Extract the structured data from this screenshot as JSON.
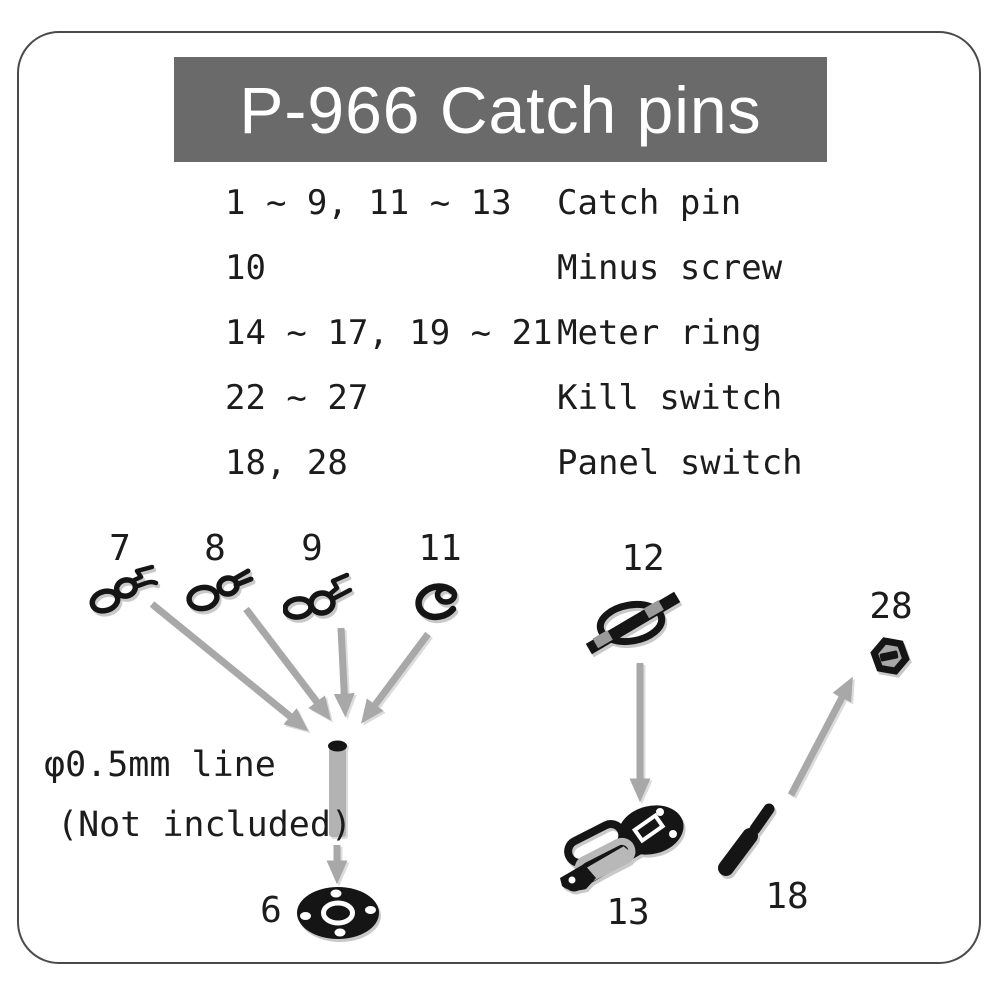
{
  "header": {
    "title": "P-966 Catch pins",
    "bg_color": "#6a6a6a",
    "text_color": "#ffffff"
  },
  "legend": {
    "rows": [
      {
        "numbers": "1 ~ 9, 11 ~ 13",
        "name": "Catch pin"
      },
      {
        "numbers": "10",
        "name": "Minus screw"
      },
      {
        "numbers": "14 ~ 17, 19 ~ 21",
        "name": "Meter ring"
      },
      {
        "numbers": "22 ~ 27",
        "name": "Kill switch"
      },
      {
        "numbers": "18, 28",
        "name": "Panel switch"
      }
    ]
  },
  "diagram": {
    "note": {
      "line1": "φ0.5mm line",
      "line2": "(Not included)"
    },
    "parts": {
      "p7": {
        "label": "7",
        "kind": "catch-pin-icon"
      },
      "p8": {
        "label": "8",
        "kind": "catch-pin-icon"
      },
      "p9": {
        "label": "9",
        "kind": "catch-pin-icon"
      },
      "p11": {
        "label": "11",
        "kind": "catch-pin-ring-icon"
      },
      "p12": {
        "label": "12",
        "kind": "catch-pin-wire-icon"
      },
      "p28": {
        "label": "28",
        "kind": "hex-nut-icon"
      },
      "p6": {
        "label": "6",
        "kind": "flange-disc-icon"
      },
      "p13": {
        "label": "13",
        "kind": "panel-switch-icon"
      },
      "p18": {
        "label": "18",
        "kind": "switch-lever-icon"
      }
    },
    "colors": {
      "ink": "#151515",
      "arrow": "#a8a8a8",
      "rod": "#b3b3b3",
      "plate": "#9a9a9a",
      "shadow": "#c9c9c9"
    }
  }
}
